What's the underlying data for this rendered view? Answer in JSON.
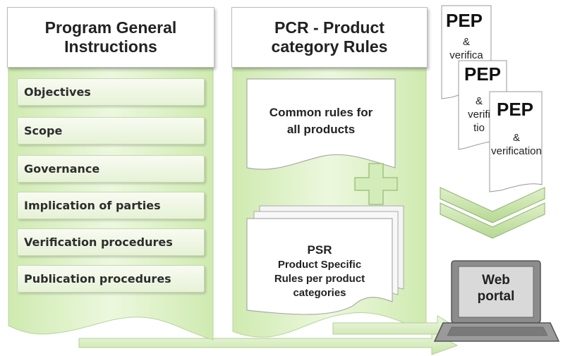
{
  "left_column": {
    "title": "Program General\nInstructions",
    "items": [
      "Objectives",
      "Scope",
      "Governance",
      "Implication of parties",
      "Verification procedures",
      "Publication procedures"
    ]
  },
  "middle_column": {
    "title": "PCR - Product\ncategory Rules",
    "common_rules": "Common rules for\nall products",
    "psr_title": "PSR",
    "psr_text": "Product Specific\nRules per product\ncategories"
  },
  "pep_documents": [
    {
      "title": "PEP",
      "subtitle": "&\nverifica"
    },
    {
      "title": "PEP",
      "subtitle": "&\nverifi\ntio"
    },
    {
      "title": "PEP",
      "subtitle": "&\nverification"
    }
  ],
  "web_portal": {
    "label": "Web\nportal"
  },
  "colors": {
    "panel_green": "#e6f5d0",
    "arrow_green": "#d9efc0",
    "arrow_dark": "#8a9a80"
  }
}
